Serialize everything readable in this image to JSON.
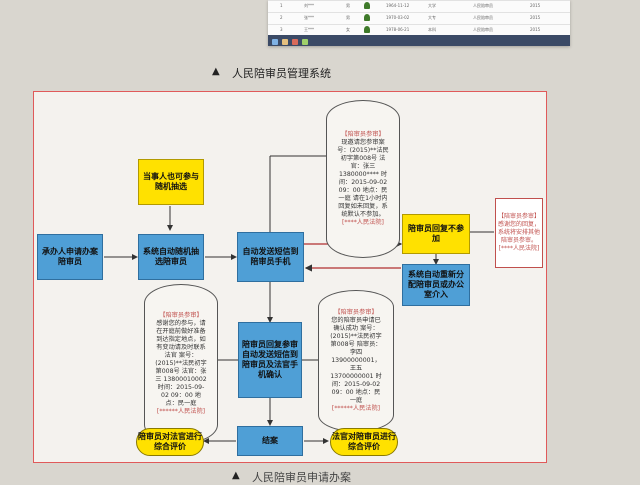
{
  "top_screenshot": {
    "rows": [
      {
        "c1": "1",
        "c2": "刘***",
        "c3": "男",
        "c4": "1964-11-12",
        "c5": "大学",
        "c6": "人民陪审员",
        "c7": "2015"
      },
      {
        "c1": "2",
        "c2": "张***",
        "c3": "男",
        "c4": "1970-03-02",
        "c5": "大专",
        "c6": "人民陪审员",
        "c7": "2015"
      },
      {
        "c1": "3",
        "c2": "王***",
        "c3": "女",
        "c4": "1978-06-21",
        "c5": "本科",
        "c6": "人民陪审员",
        "c7": "2015"
      }
    ]
  },
  "caption_top": "人民陪审员管理系统",
  "caption_bottom": "人民陪审员申请办案",
  "caption_marker": "▲",
  "flow": {
    "judge_apply": "承办人申请办案陪审员",
    "party_random": "当事人也可参与随机抽选",
    "system_select": "系统自动随机抽选陪审员",
    "auto_sms": "自动发送短信到陪审员手机",
    "reply_absent": "陪审员回复不参加",
    "reassign": "系统自动重新分配陪审员或办公室介入",
    "reply_attend": "陪审员回复参审自动发送短信到陪审员及法官手机确认",
    "close_case": "结案",
    "eval_judge": "陪审员对法官进行综合评价",
    "eval_juror": "法官对陪审员进行综合评价",
    "note_right": {
      "tag": "【陪审员参审】",
      "body": "感谢您的回复，系统将安排其他陪审员参审。",
      "sign": "[****人民法院]"
    },
    "sms_top": {
      "tag": "【陪审员参审】",
      "body": "现邀请您参审案号：(2015)**法民初字第008号 法官：张三 1380000**** 时间：2015-09-02 09：00 地点：民一庭 请在1小时内回复如未回复，系统默认不参加。",
      "sign": "[****人民法院]"
    },
    "sms_left": {
      "tag": "【陪审员参审】",
      "body": "感谢您的参与，请在开庭前做好准备到达指定地点，如有变动请及时联系法官 案号：(2015)**法民初字第008号 法官：张三 13800010002 时间：2015-09-02 09：00 地点：民一庭",
      "sign": "[******人民法院]"
    },
    "sms_right": {
      "tag": "【陪审员参审】",
      "body": "您的陪审员申请已确认成功 案号：(2015)**法民初字第008号 陪审员：李四 13900000001，王五13700000001 时间：2015-09-02 09：00 地点：民一庭",
      "sign": "[******人民法院]"
    }
  },
  "colors": {
    "blue": "#4f9fd6",
    "yellow": "#ffe100",
    "red": "#c0504d",
    "frame": "#e05a5a"
  }
}
